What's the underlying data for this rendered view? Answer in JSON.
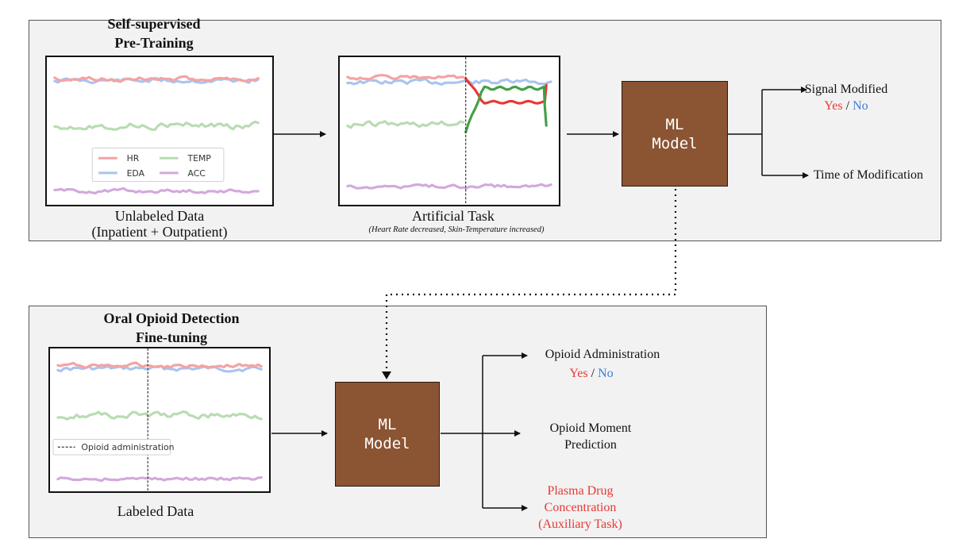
{
  "colors": {
    "hr": "#f4a3a3",
    "eda": "#a9c4ef",
    "temp": "#b8dcb2",
    "acc": "#d2a9dc",
    "modified_hr": "#e53935",
    "modified_temp": "#43a047",
    "model_fill": "#8b5433",
    "stage_bg": "#f2f2f2",
    "yes": "#e53935",
    "no": "#3b7dd8"
  },
  "pretraining": {
    "title_line1": "Self-supervised",
    "title_line2": "Pre-Training",
    "legend": {
      "hr": "HR",
      "eda": "EDA",
      "temp": "TEMP",
      "acc": "ACC"
    },
    "unlabeled_caption_line1": "Unlabeled Data",
    "unlabeled_caption_line2": "(Inpatient + Outpatient)",
    "artificial_caption": "Artificial Task",
    "artificial_subcaption": "(Heart Rate decreased, Skin-Temperature increased)",
    "model_line1": "ML",
    "model_line2": "Model",
    "output1_label": "Signal Modified",
    "output1_yes": "Yes",
    "output1_sep": " / ",
    "output1_no": "No",
    "output2_label": "Time of Modification"
  },
  "finetuning": {
    "title_line1": "Oral Opioid Detection",
    "title_line2": "Fine-tuning",
    "legend_dashed": "Opioid administration",
    "labeled_caption": "Labeled Data",
    "model_line1": "ML",
    "model_line2": "Model",
    "output1_label": "Opioid Administration",
    "output1_yes": "Yes",
    "output1_sep": " / ",
    "output1_no": "No",
    "output2_line1": "Opioid Moment",
    "output2_line2": "Prediction",
    "output3_line1": "Plasma Drug",
    "output3_line2": "Concentration",
    "output3_line3": "(Auxiliary Task)"
  }
}
